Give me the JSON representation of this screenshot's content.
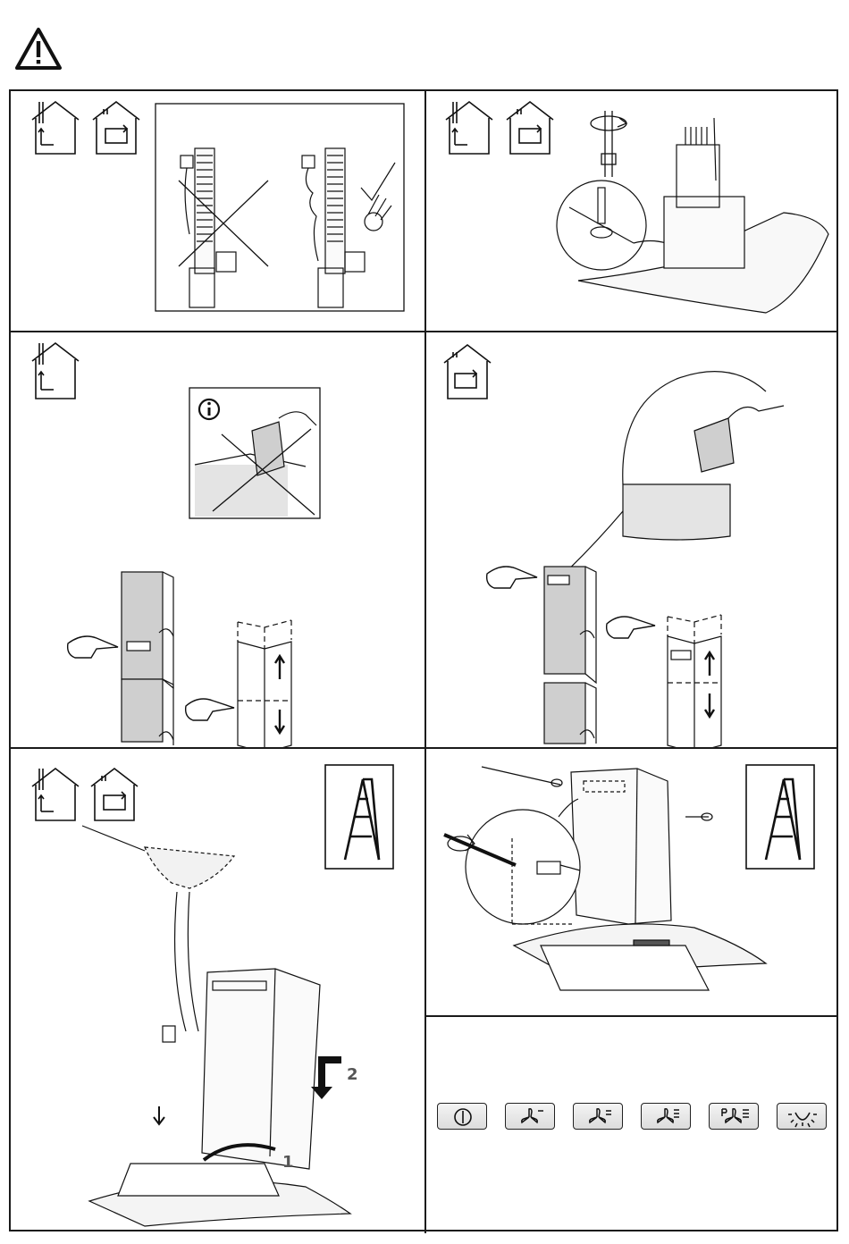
{
  "header": {
    "icon": "warning-triangle-icon"
  },
  "panels": [
    {
      "id": "1",
      "modes": [
        "extraction-mode-icon",
        "recirculation-mode-icon"
      ],
      "subject": "cable-routing"
    },
    {
      "id": "2",
      "modes": [
        "extraction-mode-icon",
        "recirculation-mode-icon"
      ],
      "subject": "screw-mounting"
    },
    {
      "id": "3",
      "modes": [
        "extraction-mode-icon"
      ],
      "info_icon": "info-icon",
      "subject": "chimney-orientation"
    },
    {
      "id": "4",
      "modes": [
        "recirculation-mode-icon"
      ],
      "subject": "chimney-orientation-recirculation"
    },
    {
      "id": "5",
      "modes": [
        "extraction-mode-icon",
        "recirculation-mode-icon"
      ],
      "ladder": "step-ladder-icon",
      "step_labels": {
        "first": "1",
        "second": "2"
      }
    },
    {
      "id": "6",
      "ladder": "step-ladder-icon",
      "subject": "chimney-fixing"
    },
    {
      "id": "7",
      "subject": "control-panel",
      "buttons": [
        "power-button",
        "fan-speed-1-button",
        "fan-speed-2-button",
        "fan-speed-3-button",
        "boost-button",
        "light-button"
      ]
    }
  ]
}
